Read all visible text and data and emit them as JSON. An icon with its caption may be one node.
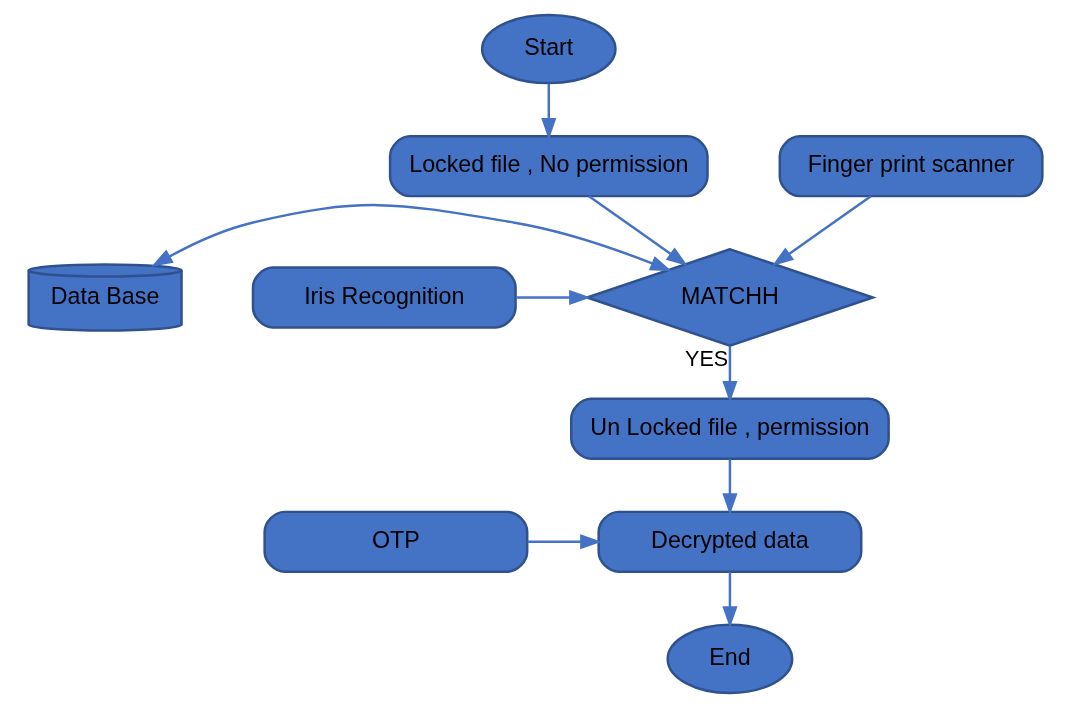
{
  "diagram": {
    "nodes": [
      {
        "text": [
          "Start"
        ]
      },
      {
        "text": [
          "Locked file , No permission"
        ]
      },
      {
        "text": [
          "Finger print scanner"
        ]
      },
      {
        "text": [
          "Data Base"
        ]
      },
      {
        "text": [
          "MATCHH"
        ]
      },
      {
        "text": [
          "Iris Recognition"
        ]
      },
      {
        "text": [
          "Un Locked file , permission"
        ]
      },
      {
        "text": [
          "Decrypted data"
        ]
      },
      {
        "text": [
          "OTP"
        ]
      },
      {
        "text": [
          "End"
        ]
      }
    ],
    "edges": [
      {
        "from": 0,
        "to": 1,
        "arrow": "to"
      },
      {
        "from": 1,
        "to": 4,
        "arrow": "to"
      },
      {
        "from": 2,
        "to": 4,
        "arrow": "to"
      },
      {
        "from": 3,
        "to": 4,
        "arrow": "both"
      },
      {
        "from": 5,
        "to": 4,
        "arrow": "to"
      },
      {
        "from": 4,
        "to": 6,
        "arrow": "to",
        "label": "YES"
      },
      {
        "from": 6,
        "to": 7,
        "arrow": "to"
      },
      {
        "from": 8,
        "to": 7,
        "arrow": "to"
      },
      {
        "from": 7,
        "to": 9,
        "arrow": "to"
      }
    ]
  }
}
